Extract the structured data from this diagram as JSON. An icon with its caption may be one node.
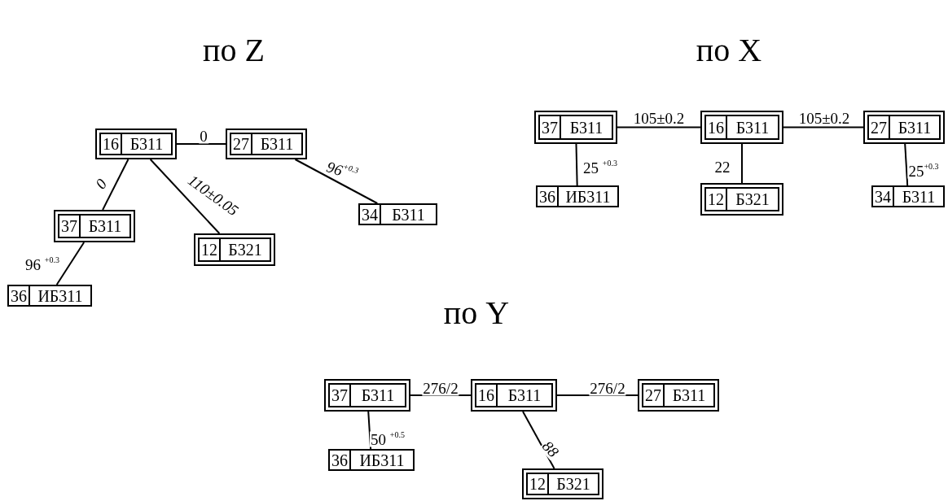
{
  "diagram": {
    "nodes": [
      {
        "text": [
          "16",
          "Б311"
        ]
      },
      {
        "text": [
          "27",
          "Б311"
        ]
      },
      {
        "text": [
          "37",
          "Б311"
        ]
      },
      {
        "text": [
          "12",
          "Б321"
        ]
      },
      {
        "text": [
          "34",
          "Б311"
        ]
      },
      {
        "text": [
          "36",
          "ИБ311"
        ]
      },
      {
        "text": [
          "37",
          "Б311"
        ]
      },
      {
        "text": [
          "16",
          "Б311"
        ]
      },
      {
        "text": [
          "27",
          "Б311"
        ]
      },
      {
        "text": [
          "36",
          "ИБ311"
        ]
      },
      {
        "text": [
          "12",
          "Б321"
        ]
      },
      {
        "text": [
          "34",
          "Б311"
        ]
      },
      {
        "text": [
          "37",
          "Б311"
        ]
      },
      {
        "text": [
          "16",
          "Б311"
        ]
      },
      {
        "text": [
          "27",
          "Б311"
        ]
      },
      {
        "text": [
          "36",
          "ИБ311"
        ]
      },
      {
        "text": [
          "12",
          "Б321"
        ]
      }
    ],
    "edges": [
      {
        "from": 0,
        "to": 1,
        "arrow": "none",
        "label": "0"
      },
      {
        "from": 0,
        "to": 2,
        "arrow": "none",
        "label": "0"
      },
      {
        "from": 0,
        "to": 3,
        "arrow": "none",
        "label": "110±0.05"
      },
      {
        "from": 1,
        "to": 4,
        "arrow": "none",
        "label": "96$^{+0.3}$"
      },
      {
        "from": 2,
        "to": 5,
        "arrow": "none",
        "label": "96 $^{+0.3}$"
      },
      {
        "from": 6,
        "to": 7,
        "arrow": "none",
        "label": "105±0.2"
      },
      {
        "from": 7,
        "to": 8,
        "arrow": "none",
        "label": "105±0.2"
      },
      {
        "from": 6,
        "to": 9,
        "arrow": "none",
        "label": "25 $^{+0.3}$"
      },
      {
        "from": 7,
        "to": 10,
        "arrow": "none",
        "label": "22"
      },
      {
        "from": 8,
        "to": 11,
        "arrow": "none",
        "label": "25$^{+0.3}$"
      },
      {
        "from": 12,
        "to": 13,
        "arrow": "none",
        "label": "276/2"
      },
      {
        "from": 13,
        "to": 14,
        "arrow": "none",
        "label": "276/2"
      },
      {
        "from": 12,
        "to": 15,
        "arrow": "none",
        "label": "50 $^{+0.5}$"
      },
      {
        "from": 13,
        "to": 16,
        "arrow": "none",
        "label": "88"
      }
    ],
    "labels": [
      "по Z",
      "по X",
      "по Y"
    ]
  }
}
